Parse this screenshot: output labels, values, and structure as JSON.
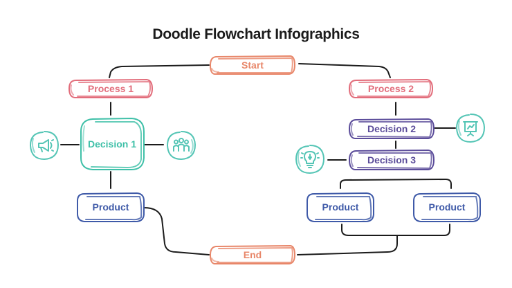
{
  "title": "Doodle Flowchart Infographics",
  "colors": {
    "start_end": "#e8876a",
    "process": "#e26d7b",
    "decision1": "#3fc0a8",
    "decision23": "#5b4c9a",
    "product": "#3f5aa8",
    "icon": "#54c5b5",
    "line": "#1b1b1b"
  },
  "nodes": {
    "start": {
      "label": "Start"
    },
    "end": {
      "label": "End"
    },
    "process1": {
      "label": "Process 1"
    },
    "process2": {
      "label": "Process 2"
    },
    "decision1": {
      "label": "Decision 1"
    },
    "decision2": {
      "label": "Decision 2"
    },
    "decision3": {
      "label": "Decision 3"
    },
    "product_left": {
      "label": "Product"
    },
    "product_mid": {
      "label": "Product"
    },
    "product_right": {
      "label": "Product"
    }
  },
  "icons": {
    "megaphone": "megaphone-icon",
    "team": "team-icon",
    "presentation": "presentation-board-icon",
    "lightbulb": "lightbulb-icon"
  }
}
